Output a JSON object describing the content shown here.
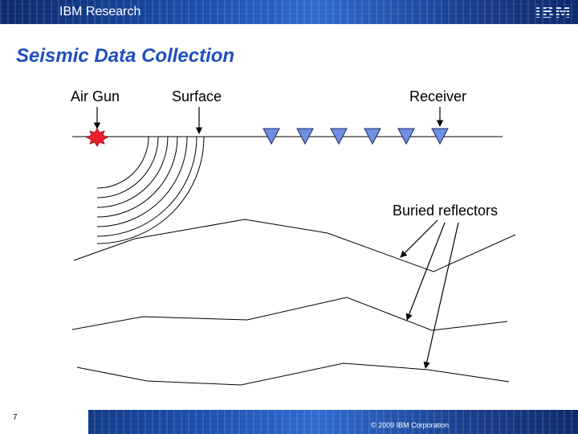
{
  "header": {
    "title": "IBM Research",
    "logo": "IBM"
  },
  "slide": {
    "title": "Seismic Data Collection"
  },
  "labels": {
    "air_gun": "Air Gun",
    "surface": "Surface",
    "receiver": "Receiver",
    "buried_reflectors": "Buried reflectors"
  },
  "footer": {
    "page_number": "7",
    "copyright": "© 2009 IBM Corporation"
  },
  "colors": {
    "accent": "#1f4fbf",
    "receiver": "#6f8fe0",
    "explosion": "#e8202a"
  }
}
